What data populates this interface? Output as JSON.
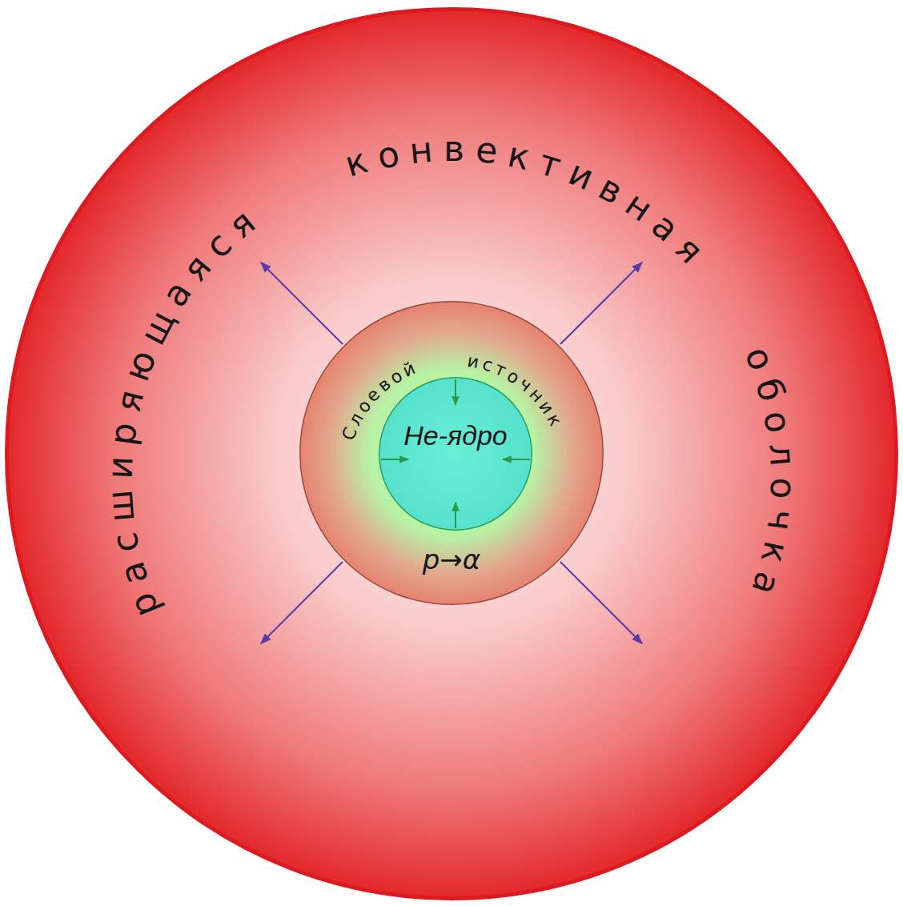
{
  "diagram": {
    "nodes": [
      {
        "text": [
          "расширяющаяся конвективная оболочка"
        ]
      },
      {
        "text": [
          "Слоевой источник",
          "p→α"
        ],
        "in": 0
      },
      {
        "text": [
          "He-ядро"
        ],
        "in": 1
      }
    ]
  }
}
